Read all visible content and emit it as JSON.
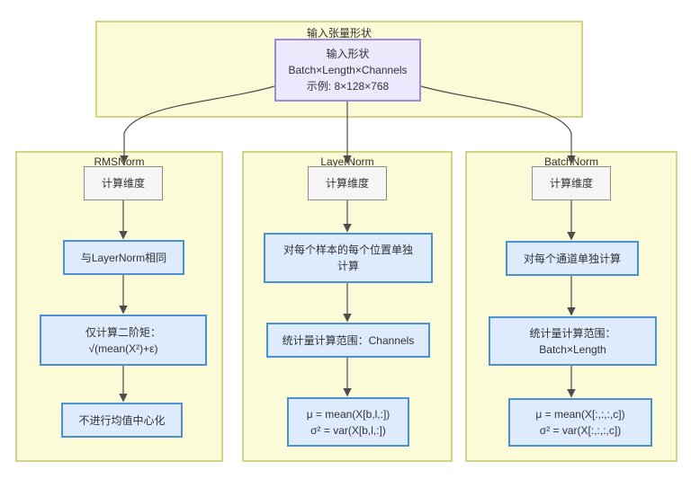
{
  "top_group": {
    "title": "输入张量形状",
    "box": {
      "lines": [
        "输入形状",
        "Batch×Length×Channels",
        "示例: 8×128×768"
      ]
    }
  },
  "columns": [
    {
      "title": "RMSNorm",
      "dim_label": "计算维度",
      "steps": [
        [
          "与LayerNorm相同"
        ],
        [
          "仅计算二阶矩：",
          "√(mean(X²)+ε)"
        ],
        [
          "不进行均值中心化"
        ]
      ]
    },
    {
      "title": "LayerNorm",
      "dim_label": "计算维度",
      "steps": [
        [
          "对每个样本的每个位置单独",
          "计算"
        ],
        [
          "统计量计算范围：Channels"
        ],
        [
          "μ = mean(X[b,l,:])",
          "σ² = var(X[b,l,:])"
        ]
      ]
    },
    {
      "title": "BatchNorm",
      "dim_label": "计算维度",
      "steps": [
        [
          "对每个通道单独计算"
        ],
        [
          "统计量计算范围：",
          "Batch×Length"
        ],
        [
          "μ = mean(X[:,:,:,c])",
          "σ² = var(X[:,:,:,c])"
        ]
      ]
    }
  ],
  "colors": {
    "group_fill": "#fbfbd8",
    "group_border": "#d2d386",
    "input_fill": "#ece9fc",
    "input_border": "#9c8cdc",
    "step_fill": "#ddebfc",
    "step_border": "#4a90d5",
    "dim_fill": "#f5f5f5",
    "dim_border": "#8c8c8c",
    "edge": "#4d4d4d"
  }
}
